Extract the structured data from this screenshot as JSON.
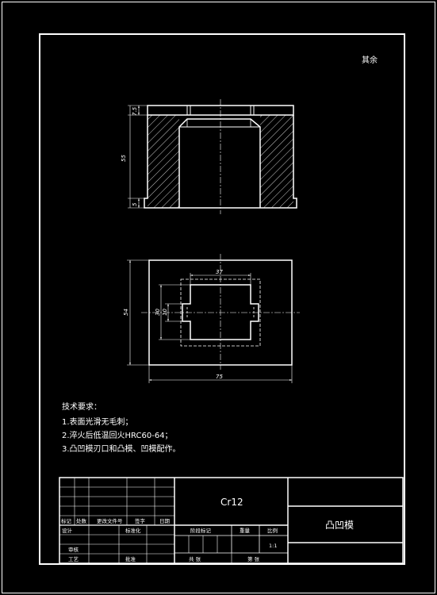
{
  "corner_mark": "其余",
  "section_view": {
    "dimensions": {
      "top": "7.5",
      "height": "55",
      "bottom": "5"
    }
  },
  "plan_view": {
    "dimensions": {
      "inner_width": "37",
      "height": "54",
      "inner_h1": "30",
      "inner_h2": "10",
      "width": "75"
    }
  },
  "tech_requirements": {
    "title": "技术要求：",
    "items": [
      "1.表面光滑无毛刺；",
      "2.淬火后低温回火HRC60-64；",
      "3.凸凹模刃口和凸模、凹模配作。"
    ]
  },
  "title_block": {
    "material": "Cr12",
    "part_name": "凸凹模",
    "labels": {
      "mark": "标记",
      "count": "处数",
      "doc_no": "更改文件号",
      "signature": "签字",
      "date": "日期",
      "designer": "设计",
      "standardize": "标准化",
      "check": "审核",
      "process": "工艺",
      "approve": "批准",
      "stage_mark": "阶段标记",
      "weight": "重量",
      "scale_label": "比例",
      "scale": "1:1",
      "total": "共 张",
      "sheet": "第 张"
    }
  }
}
